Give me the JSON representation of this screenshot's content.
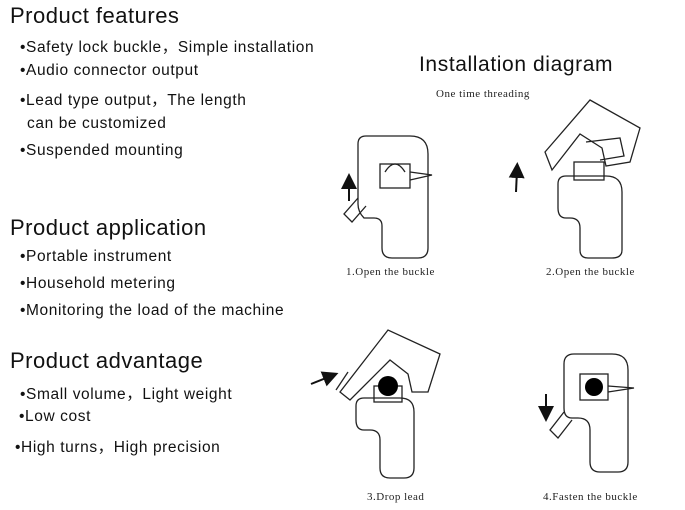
{
  "features": {
    "title": "Product features",
    "items": [
      "•Safety lock buckle，Simple installation",
      "•Audio connector output",
      "•Lead type output，The length",
      "can be customized",
      "•Suspended mounting"
    ]
  },
  "application": {
    "title": "Product application",
    "items": [
      "•Portable instrument",
      "•Household metering",
      "•Monitoring the load of the machine"
    ]
  },
  "advantage": {
    "title": "Product advantage",
    "items": [
      "•Small volume，Light weight",
      "•Low cost",
      "•High turns，High precision"
    ]
  },
  "installation": {
    "title": "Installation diagram",
    "subtitle": "One time threading",
    "steps": [
      "1.Open the buckle",
      "2.Open the buckle",
      "3.Drop lead",
      "4.Fasten the buckle"
    ]
  }
}
